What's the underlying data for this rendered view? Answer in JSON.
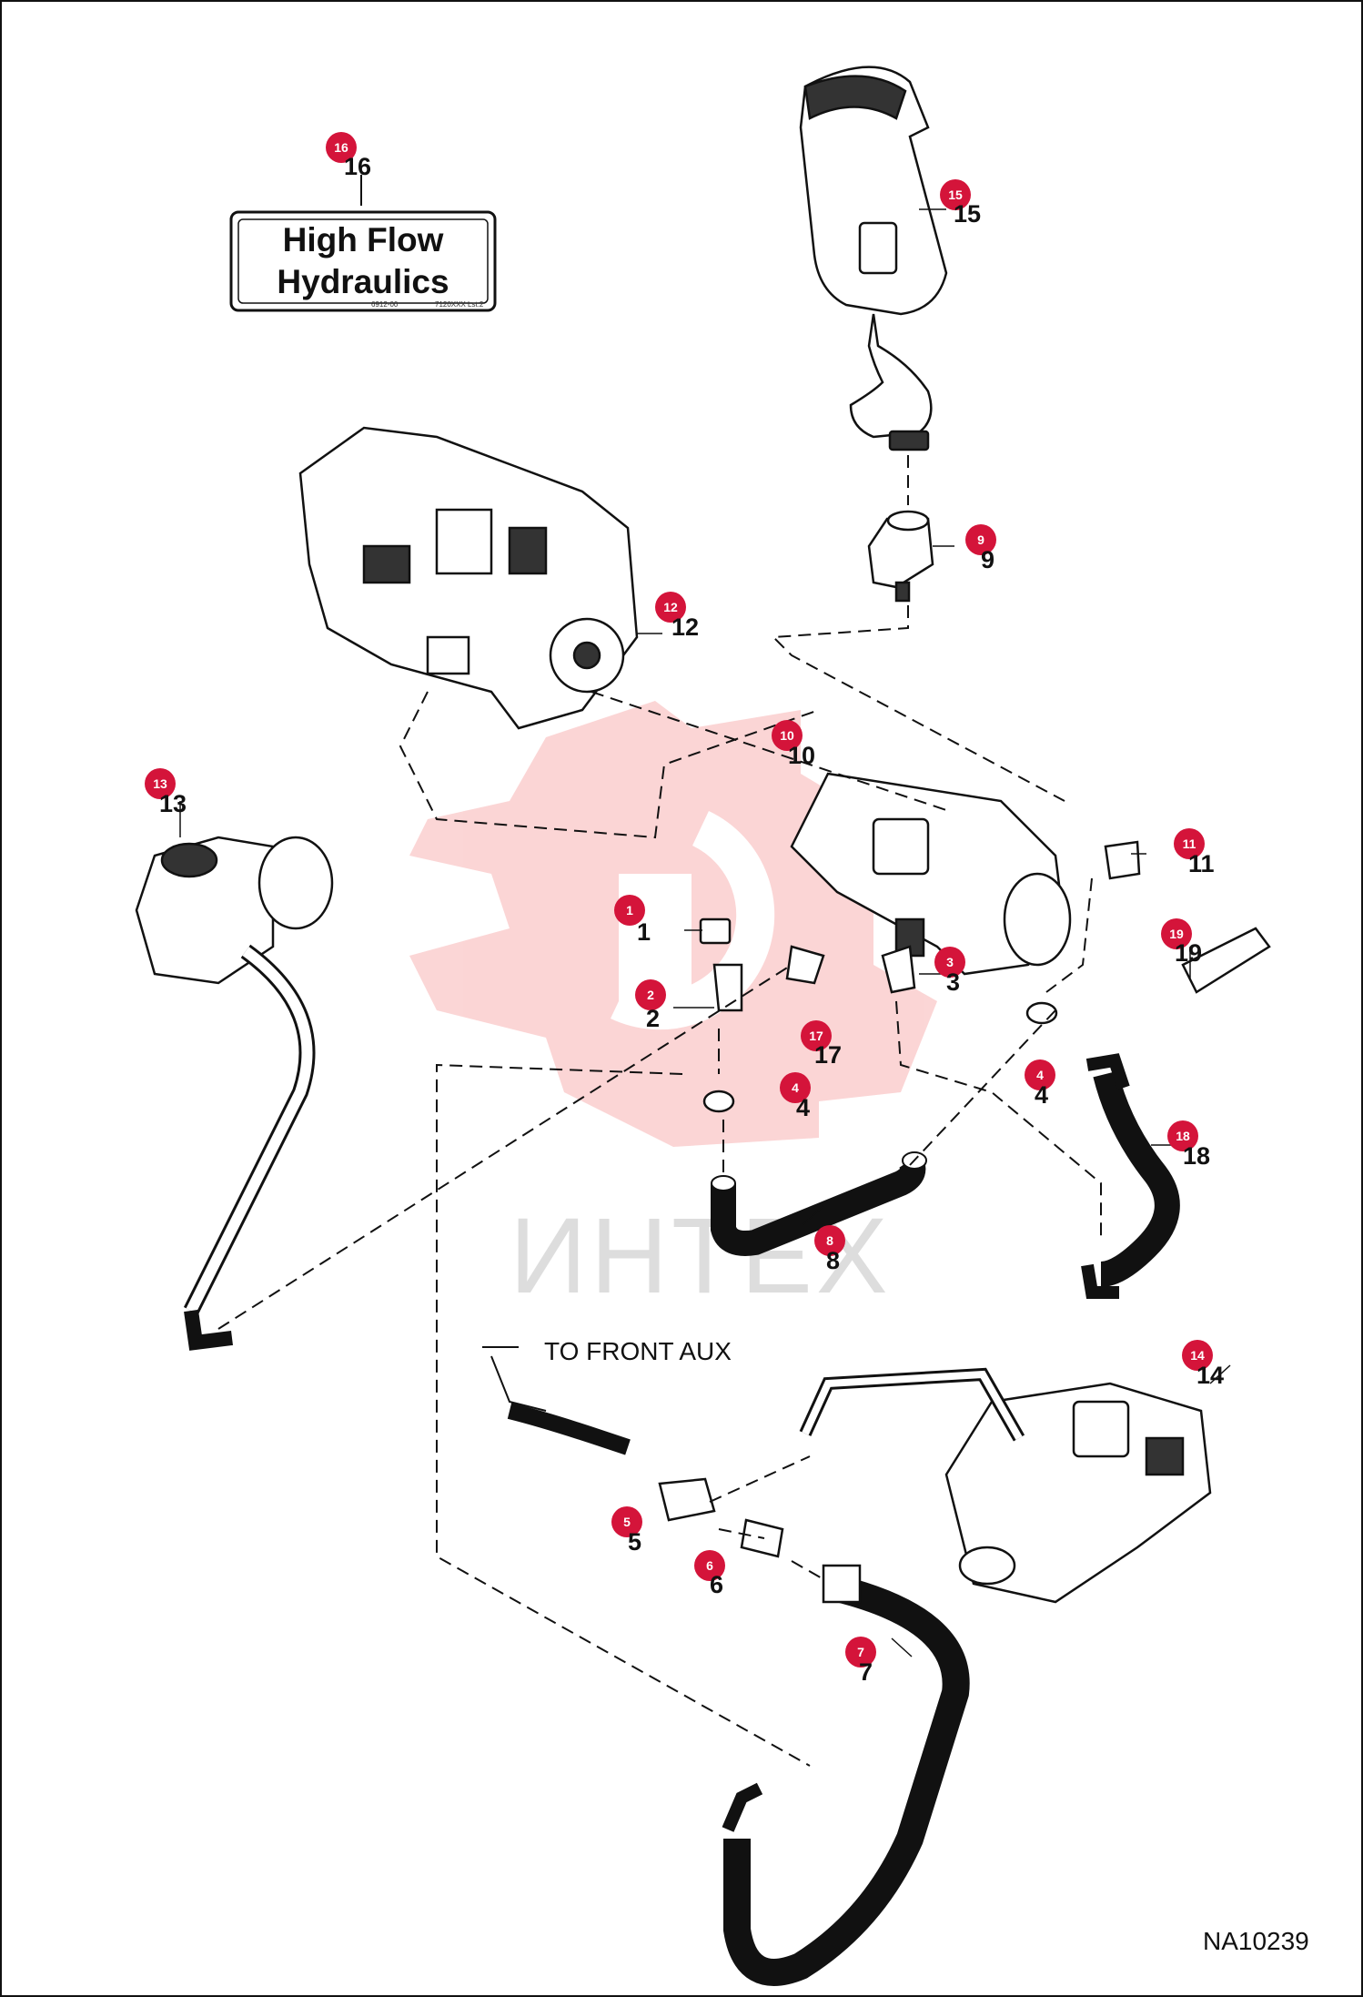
{
  "decal": {
    "line1": "High Flow",
    "line2": "Hydraulics",
    "fine_print_left": "6912-00",
    "fine_print_right": "7120XXX Lst.2"
  },
  "annotations": {
    "to_front_aux": "TO FRONT AUX",
    "drawing_ref": "NA10239"
  },
  "watermark": {
    "text": "ИНТЕХ"
  },
  "colors": {
    "callout": "#d4143a",
    "callout_text": "#ffffff",
    "line": "#111111",
    "watermark": "#f7a8a8"
  },
  "callouts": [
    {
      "id": "1",
      "label": "1"
    },
    {
      "id": "2",
      "label": "2"
    },
    {
      "id": "3",
      "label": "3"
    },
    {
      "id": "4a",
      "label": "4"
    },
    {
      "id": "4b",
      "label": "4"
    },
    {
      "id": "5",
      "label": "5"
    },
    {
      "id": "6",
      "label": "6"
    },
    {
      "id": "7",
      "label": "7"
    },
    {
      "id": "8",
      "label": "8"
    },
    {
      "id": "9",
      "label": "9"
    },
    {
      "id": "10",
      "label": "10"
    },
    {
      "id": "11",
      "label": "11"
    },
    {
      "id": "12",
      "label": "12"
    },
    {
      "id": "13",
      "label": "13"
    },
    {
      "id": "14",
      "label": "14"
    },
    {
      "id": "15",
      "label": "15"
    },
    {
      "id": "16",
      "label": "16"
    },
    {
      "id": "17",
      "label": "17"
    },
    {
      "id": "18",
      "label": "18"
    },
    {
      "id": "19",
      "label": "19"
    }
  ],
  "part_numbers": [
    {
      "id": "1",
      "label": "1"
    },
    {
      "id": "2",
      "label": "2"
    },
    {
      "id": "3",
      "label": "3"
    },
    {
      "id": "4a",
      "label": "4"
    },
    {
      "id": "4b",
      "label": "4"
    },
    {
      "id": "5",
      "label": "5"
    },
    {
      "id": "6",
      "label": "6"
    },
    {
      "id": "7",
      "label": "7"
    },
    {
      "id": "8",
      "label": "8"
    },
    {
      "id": "9",
      "label": "9"
    },
    {
      "id": "10",
      "label": "10"
    },
    {
      "id": "11",
      "label": "11"
    },
    {
      "id": "12",
      "label": "12"
    },
    {
      "id": "13",
      "label": "13"
    },
    {
      "id": "14",
      "label": "14"
    },
    {
      "id": "15",
      "label": "15"
    },
    {
      "id": "16",
      "label": "16"
    },
    {
      "id": "17",
      "label": "17"
    },
    {
      "id": "18",
      "label": "18"
    },
    {
      "id": "19",
      "label": "19"
    }
  ]
}
